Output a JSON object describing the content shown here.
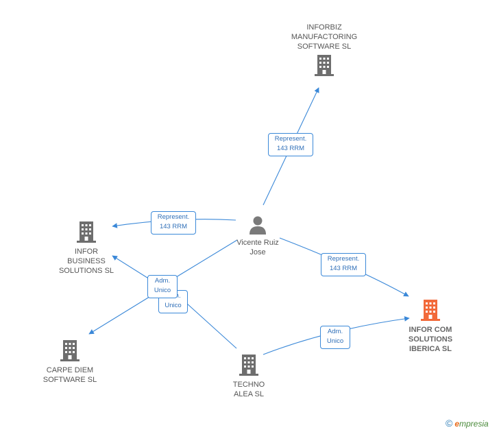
{
  "colors": {
    "edge": "#3a88d8",
    "company_icon": "#6e6e6e",
    "main_company_icon": "#f26a3a",
    "person_icon": "#7a7a7a",
    "badge_border": "#3a88d8",
    "badge_text": "#2f6fb8"
  },
  "nodes": {
    "inforbiz": {
      "label": "INFORBIZ\nMANUFACTORING\nSOFTWARE SL",
      "icon": "building-icon"
    },
    "person": {
      "label": "Vicente Ruiz\nJose",
      "icon": "person-icon"
    },
    "infor_business": {
      "label": "INFOR\nBUSINESS\nSOLUTIONS SL",
      "icon": "building-icon"
    },
    "carpe_diem": {
      "label": "CARPE DIEM\nSOFTWARE SL",
      "icon": "building-icon"
    },
    "techno_alea": {
      "label": "TECHNO\nALEA SL",
      "icon": "building-icon"
    },
    "infor_com": {
      "label": "INFOR COM\nSOLUTIONS\nIBERICA SL",
      "icon": "building-icon"
    }
  },
  "badges": {
    "b1": "Represent.\n143 RRM",
    "b2": "Represent.\n143 RRM",
    "b3": "Represent.\n143 RRM",
    "b4": "Adm.\nUnico",
    "b5": "Adm.\nUnico",
    "b6": "Adm.\nUnico"
  },
  "footer": {
    "copyright": "©",
    "brand_initial": "e",
    "brand_rest": "mpresia"
  }
}
